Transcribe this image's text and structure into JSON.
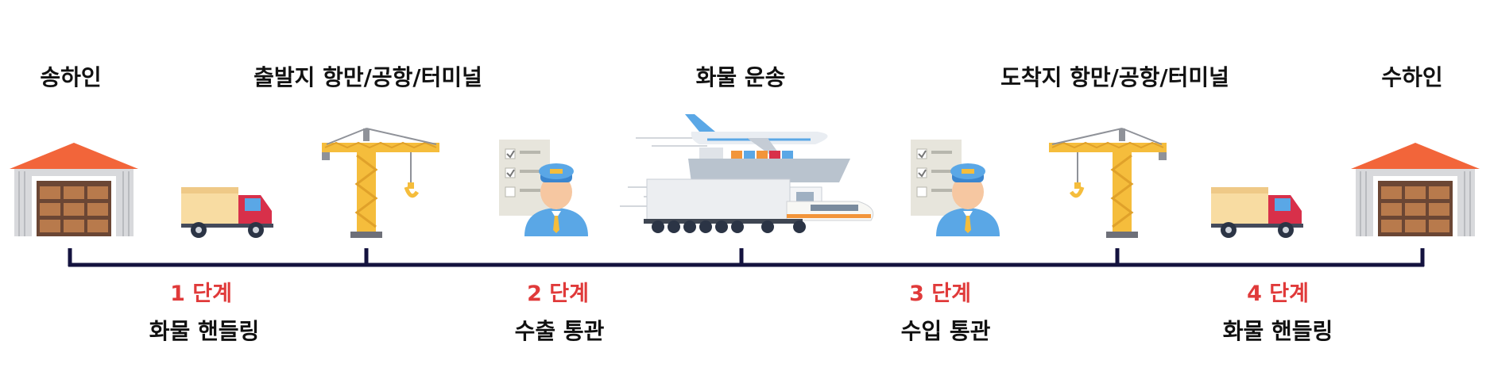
{
  "stations": [
    {
      "id": "shipper",
      "title": "송하인"
    },
    {
      "id": "origin-port",
      "title": "출발지 항만/공항/터미널"
    },
    {
      "id": "transport",
      "title": "화물 운송"
    },
    {
      "id": "destination-port",
      "title": "도착지 항만/공항/터미널"
    },
    {
      "id": "consignee",
      "title": "수하인"
    }
  ],
  "steps": [
    {
      "number": "1 단계",
      "label": "화물 핸들링"
    },
    {
      "number": "2 단계",
      "label": "수출 통관"
    },
    {
      "number": "3 단계",
      "label": "수입 통관"
    },
    {
      "number": "4 단계",
      "label": "화물 핸들링"
    }
  ],
  "colors": {
    "timeline": "#14133f",
    "step_number": "#e03a3a",
    "text": "#111111",
    "warehouse_roof": "#f2653a",
    "crane": "#f5bd3c",
    "truck_body": "#d8304a",
    "truck_cargo": "#f8dca2",
    "officer_uniform": "#5aa7e6"
  },
  "icons": [
    "warehouse-icon",
    "truck-icon",
    "crane-icon",
    "customs-officer-icon",
    "cargo-transport-icon",
    "customs-officer-icon",
    "crane-icon",
    "truck-icon",
    "warehouse-icon"
  ]
}
